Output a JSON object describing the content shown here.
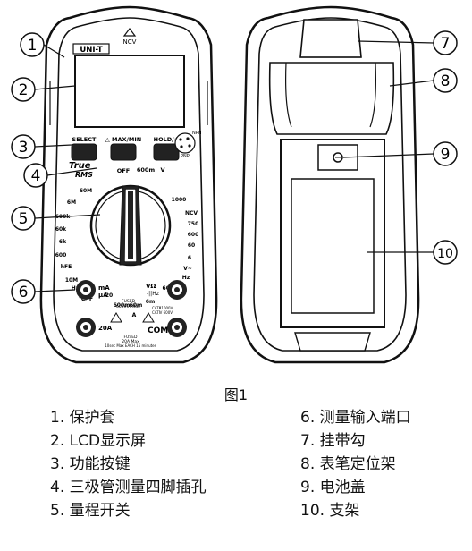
{
  "figure": {
    "caption": "图1",
    "device_text": {
      "brand": "UNI-T",
      "ncv": "NCV",
      "select": "SELECT",
      "maxmin": "MAX/MIN",
      "hold": "HOLD/",
      "true": "True",
      "rms": "RMS",
      "off": "OFF",
      "mA": "mA",
      "uA": "µA",
      "a20": "20A",
      "com": "COM",
      "fuse1": "FUSED",
      "fuse2": "600mA Max",
      "fuse3": "FUSED",
      "fuse4": "20A Max",
      "fuse5": "10sec Max EACH 15 minutes",
      "cat1": "CATⅢ1000V",
      "cat2": "CATⅣ 600V",
      "vohm": "VΩ",
      "hz": "-||Hz",
      "hfe": "hFE",
      "npn": "NPN",
      "pnp": "PNP",
      "v_dc": "V",
      "v_ac": "V~",
      "hz_lbl": "Hz",
      "amp": "A",
      "ohm": "Ω"
    },
    "dial_labels": {
      "left": [
        "60M",
        "6M",
        "600k",
        "60k",
        "6k",
        "600",
        "hFE",
        "10M",
        "Hz",
        "℃/℉"
      ],
      "top": [
        "OFF",
        "600m",
        "V"
      ],
      "right": [
        "1000",
        "NCV",
        "750",
        "600",
        "60",
        "6",
        "V~",
        "Hz",
        "600µ"
      ],
      "bottom": [
        "20",
        "600m",
        "60m",
        "6m",
        "A"
      ]
    },
    "callouts": [
      "1",
      "2",
      "3",
      "4",
      "5",
      "6",
      "7",
      "8",
      "9",
      "10"
    ]
  },
  "legend": {
    "left": [
      "1. 保护套",
      "2. LCD显示屏",
      "3. 功能按键",
      "4. 三极管测量四脚插孔",
      "5. 量程开关"
    ],
    "right": [
      "6. 测量输入端口",
      "7. 挂带勾",
      "8. 表笔定位架",
      "9. 电池盖",
      "10. 支架"
    ]
  }
}
